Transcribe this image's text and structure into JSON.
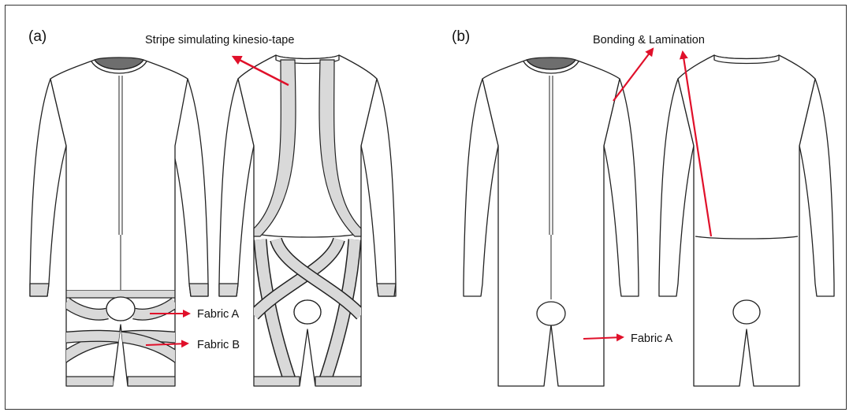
{
  "panel_a": {
    "label": "(a)",
    "annotations": {
      "stripe": "Stripe simulating kinesio-tape",
      "fabric_a": "Fabric A",
      "fabric_b": "Fabric B"
    }
  },
  "panel_b": {
    "label": "(b)",
    "annotations": {
      "bonding": "Bonding & Lamination",
      "fabric_a": "Fabric A"
    }
  },
  "colors": {
    "outline": "#222222",
    "tape_fill": "#d9d9d9",
    "collar_fill": "#6e6e6e",
    "arrow": "#e0102a"
  }
}
